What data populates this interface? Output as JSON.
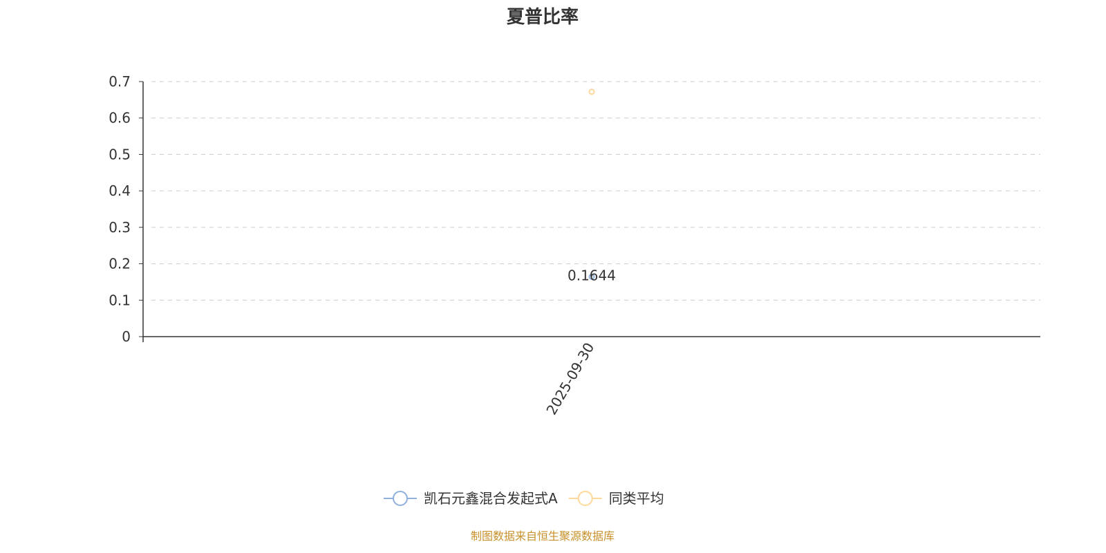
{
  "chart_data": {
    "type": "line",
    "title": "夏普比率",
    "xlabel": "",
    "ylabel": "",
    "categories": [
      "2025-09-30"
    ],
    "ylim": [
      0,
      0.7
    ],
    "yticks": [
      "0",
      "0.1",
      "0.2",
      "0.3",
      "0.4",
      "0.5",
      "0.6",
      "0.7"
    ],
    "grid": true,
    "legend_position": "bottom",
    "series": [
      {
        "name": "凯石元鑫混合发起式A",
        "values": [
          0.1644
        ],
        "color": "#8fb0dc",
        "label": "0.1644"
      },
      {
        "name": "同类平均",
        "values": [
          0.672
        ],
        "color": "#fdd89a",
        "label": null
      }
    ]
  },
  "source_note": "制图数据来自恒生聚源数据库"
}
